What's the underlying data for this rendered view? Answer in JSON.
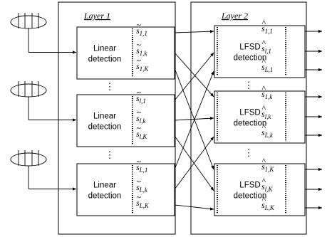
{
  "layers": [
    {
      "title": "Layer 1"
    },
    {
      "title": "Layer 2"
    }
  ],
  "linear_blocks": [
    {
      "line1": "Linear",
      "line2": "detection"
    },
    {
      "line1": "Linear",
      "line2": "detection"
    },
    {
      "line1": "Linear",
      "line2": "detection"
    }
  ],
  "lfsd_blocks": [
    {
      "line1": "LFSD",
      "line2": "detection"
    },
    {
      "line1": "LFSD",
      "line2": "detection"
    },
    {
      "line1": "LFSD",
      "line2": "detection"
    }
  ],
  "linear_outputs": [
    [
      {
        "hat": "~",
        "sub": "1,1"
      },
      {
        "hat": "~",
        "sub": "1,k"
      },
      {
        "hat": "~",
        "sub": "1,K"
      }
    ],
    [
      {
        "hat": "~",
        "sub": "l,1"
      },
      {
        "hat": "~",
        "sub": "l,k"
      },
      {
        "hat": "~",
        "sub": "l,K"
      }
    ],
    [
      {
        "hat": "~",
        "sub": "L,1"
      },
      {
        "hat": "~",
        "sub": "L,k"
      },
      {
        "hat": "~",
        "sub": "L,K"
      }
    ]
  ],
  "lfsd_outputs": [
    [
      {
        "hat": "^",
        "sub": "1,1"
      },
      {
        "hat": "^",
        "sub": "l,1"
      },
      {
        "hat": "^",
        "sub": "L,1"
      }
    ],
    [
      {
        "hat": "^",
        "sub": "1,k"
      },
      {
        "hat": "^",
        "sub": "l,k"
      },
      {
        "hat": "^",
        "sub": "L,k"
      }
    ],
    [
      {
        "hat": "^",
        "sub": "1,K"
      },
      {
        "hat": "^",
        "sub": "l,K"
      },
      {
        "hat": "^",
        "sub": "L,K"
      }
    ]
  ],
  "symbol_letter": "s",
  "vertical_ellipsis": "⋮"
}
